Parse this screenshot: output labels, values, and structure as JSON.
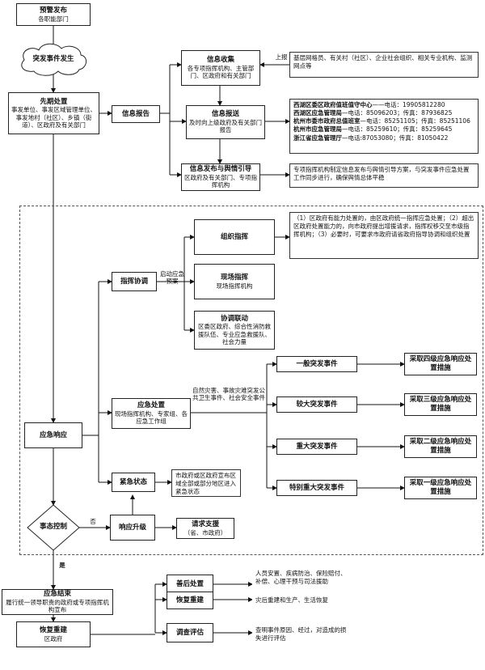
{
  "nodes": {
    "warn": {
      "title": "预警发布",
      "sub": "各职能部门"
    },
    "event": {
      "title": "突发事件发生"
    },
    "first": {
      "title": "先期处置",
      "sub": "事发单位、事发区域管理单位、事发地村（社区）、乡镇（街道）、区政府及有关部门"
    },
    "report": {
      "title": "信息报告"
    },
    "collect": {
      "title": "信息收集",
      "sub": "各专项指挥机构、主管部门、区政府和有关部门"
    },
    "send": {
      "title": "信息报送",
      "sub": "及时向上级政府及有关部门报告"
    },
    "publish": {
      "title": "信息发布与舆情引导",
      "sub": "区政府及有关部门、专项指挥机构"
    },
    "command": {
      "title": "指挥协调"
    },
    "org": {
      "title": "组织指挥"
    },
    "site": {
      "title": "现场指挥",
      "sub": "现场指挥机构"
    },
    "link": {
      "title": "协调联动",
      "sub": "区委区政府、综合性消防救援队伍、专业应急救援队、社会力量"
    },
    "dispose": {
      "title": "应急处置",
      "sub": "现场指挥机构、专家组、各应急工作组"
    },
    "urgent": {
      "title": "紧急状态"
    },
    "response": {
      "title": "应急响应"
    },
    "control": {
      "title": "事态控制"
    },
    "upgrade": {
      "title": "响应升级"
    },
    "support": {
      "title": "请求支援",
      "sub": "（省、市政府）"
    },
    "e1": {
      "title": "一般突发事件"
    },
    "e2": {
      "title": "较大突发事件"
    },
    "e3": {
      "title": "重大突发事件"
    },
    "e4": {
      "title": "特别重大突发事件"
    },
    "r4": {
      "title": "采取四级应急响应处置措施"
    },
    "r3": {
      "title": "采取三级应急响应处置措施"
    },
    "r2": {
      "title": "采取二级应急响应处置措施"
    },
    "r1": {
      "title": "采取一级应急响应处置措施"
    },
    "end": {
      "title": "应急结束",
      "sub": "履行统一领导职责的政府或专项指挥机构宣布"
    },
    "recover": {
      "title": "恢复重建",
      "sub": "区政府"
    },
    "aftercare": {
      "title": "善后处置"
    },
    "rebuild": {
      "title": "恢复重建"
    },
    "assess": {
      "title": "调查评估"
    }
  },
  "notes": {
    "sources": "基层网格员、有关村（社区）、企业社会组织、相关专业机构、监测网点等",
    "contacts": [
      {
        "name": "西湖区委区政府值班值守中心",
        "info": "——电话：19905812280"
      },
      {
        "name": "西湖区应急管理局",
        "info": "—电话：85096203；传真：87936825"
      },
      {
        "name": "杭州市委市政府总值班室",
        "info": "—电话：85251105；传真：85251106"
      },
      {
        "name": "杭州市应急管理局",
        "info": "—电话：85259610；传真：85259645"
      },
      {
        "name": "浙江省应急管理厅",
        "info": "—电话:87053080；传真：81050422"
      }
    ],
    "publish_note": "专项指挥机构制定信息发布与舆情引导方案，与突发事件应急处置工作同步进行，确保舆情总体平稳",
    "org_note": "（1）区政府有能力处置的，由区政府统一指挥应急处置；（2）超出区政府处置能力的，向市政府提出增援请求，指挥权移交至市级指挥机构；（3）必要时，可要求市政府请省政府指导协调和组织处置",
    "urgent_note": "市政府或区政府宣布区域全部或部分地区进入紧急状态",
    "events_note": "自然灾害、事故灾难突发公共卫生事件、社会安全事件",
    "aftercare_note": "人员安置、疾病防治、保险赔付、补偿、心理干预与司法援助",
    "rebuild_note": "灾后重建和生产、生活恢复",
    "assess_note": "查明事件原因、经过，对造成的损失进行评估"
  },
  "labels": {
    "upreport": "上报",
    "start": "启动应急预案",
    "no": "否",
    "yes": "是"
  }
}
